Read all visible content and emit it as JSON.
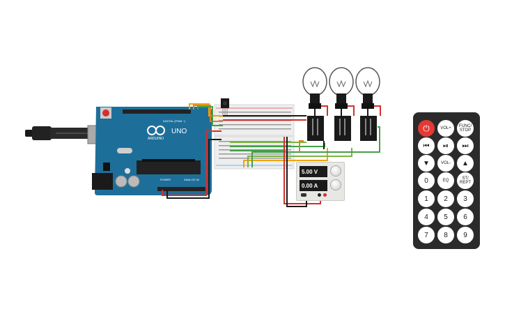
{
  "arduino": {
    "brand_text": "ARDUINO",
    "model_text": "UNO",
    "digital_label": "DIGITAL (PWM ~)",
    "power_label": "POWER",
    "analog_label": "ANALOG IN"
  },
  "power_supply": {
    "voltage": "5.00 V",
    "current": "0.00 A"
  },
  "remote": {
    "buttons": [
      "⏻",
      "VOL+",
      "FUNC/ STOP",
      "⏮",
      "⏯",
      "⏭",
      "▼",
      "VOL-",
      "▲",
      "0",
      "EQ",
      "ST/ REPT",
      "1",
      "2",
      "3",
      "4",
      "5",
      "6",
      "7",
      "8",
      "9"
    ]
  },
  "colors": {
    "arduino_blue": "#1d6f9a",
    "remote_body": "#2b2b2b",
    "power_button": "#e53935",
    "relay_body": "#1a1a1a",
    "breadboard": "#eeeeee"
  }
}
